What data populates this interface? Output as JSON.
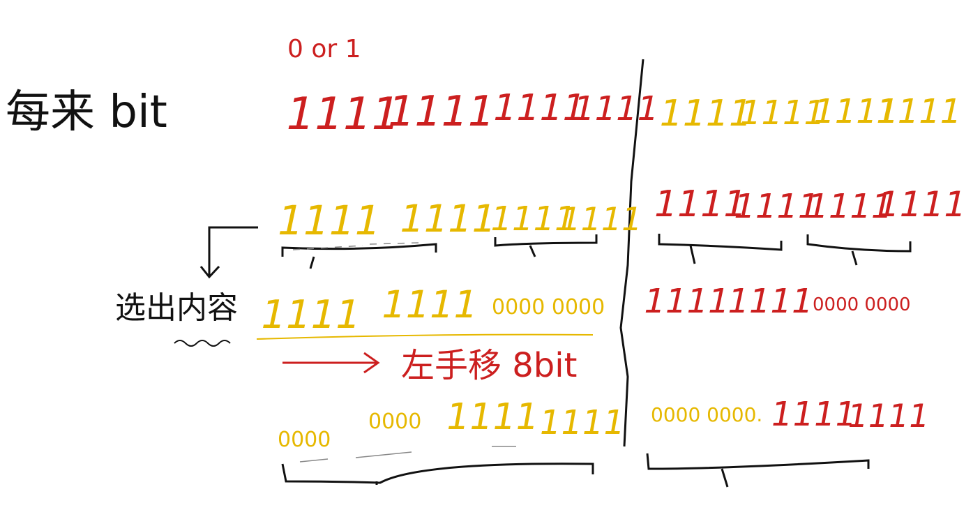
{
  "labels": {
    "top_note": "0 or 1",
    "left_top": "每来 bit",
    "left_mid": "选出内容",
    "shift_note": "左手移 8bit"
  },
  "rows": [
    {
      "id": "row1",
      "left": [
        "1111",
        "1111",
        "1111",
        "1111"
      ],
      "right": [
        "1111",
        "1111",
        "1111",
        "1111"
      ]
    },
    {
      "id": "row2",
      "left": [
        "1111",
        "1111",
        "1111",
        "1111"
      ],
      "right": [
        "1111",
        "1111",
        "1111",
        "1111"
      ]
    },
    {
      "id": "row3",
      "left": [
        "1111",
        "1111",
        "0000 0000"
      ],
      "right": [
        "1111",
        "1111",
        "0000 0000"
      ]
    },
    {
      "id": "row4",
      "left": [
        "0000",
        "0000",
        "1111",
        "1111"
      ],
      "right": [
        "0000 0000.",
        "1111",
        "1111"
      ]
    }
  ],
  "colors": {
    "red": "#cc1f1f",
    "yellow": "#e6b800",
    "black": "#111111",
    "gray": "#888888"
  }
}
